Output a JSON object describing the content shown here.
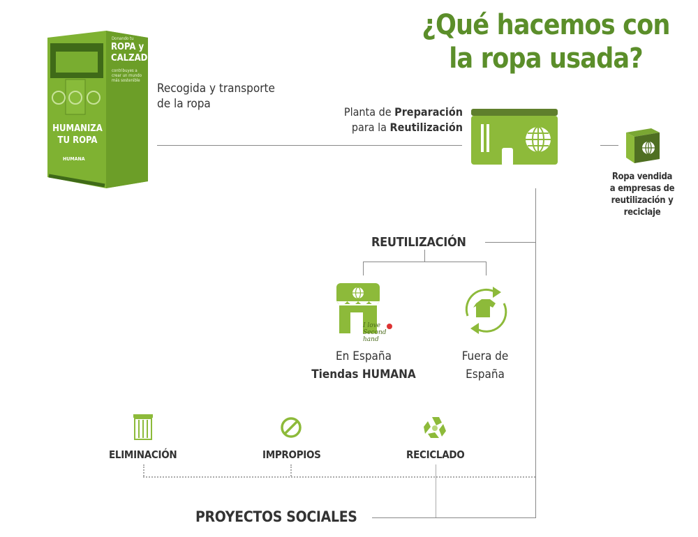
{
  "title": {
    "line1": "¿Qué hacemos con",
    "line2": "la ropa usada?"
  },
  "container": {
    "side_small": "Donando tu",
    "side_big1": "ROPA y",
    "side_big2": "CALZADO",
    "side_text": "contribuyes a crear un mundo más sostenible",
    "front_line1": "HUMANIZA",
    "front_line2": "TU ROPA",
    "brand": "HUMANA"
  },
  "collection": {
    "line1": "Recogida y transporte",
    "line2": "de la ropa"
  },
  "plant": {
    "line1_pre": "Planta de ",
    "line1_bold": "Preparación",
    "line2_pre": "para la ",
    "line2_bold": "Reutilización"
  },
  "sold": {
    "line1": "Ropa vendida",
    "line2": "a empresas de",
    "line3": "reutilización y",
    "line4": "reciclaje"
  },
  "reuse": {
    "heading": "REUTILIZACIÓN"
  },
  "spain": {
    "line1": "En España",
    "line2": "Tiendas HUMANA",
    "badge": "I love Second hand"
  },
  "abroad": {
    "line1": "Fuera de",
    "line2": "España"
  },
  "bottom": {
    "elimination": "ELIMINACIÓN",
    "improper": "IMPROPIOS",
    "recycling": "RECICLADO"
  },
  "social": {
    "heading": "PROYECTOS SOCIALES"
  },
  "colors": {
    "title": "#5b8e2a",
    "icon": "#8dba3a",
    "icon_dark": "#5f7f2c"
  }
}
